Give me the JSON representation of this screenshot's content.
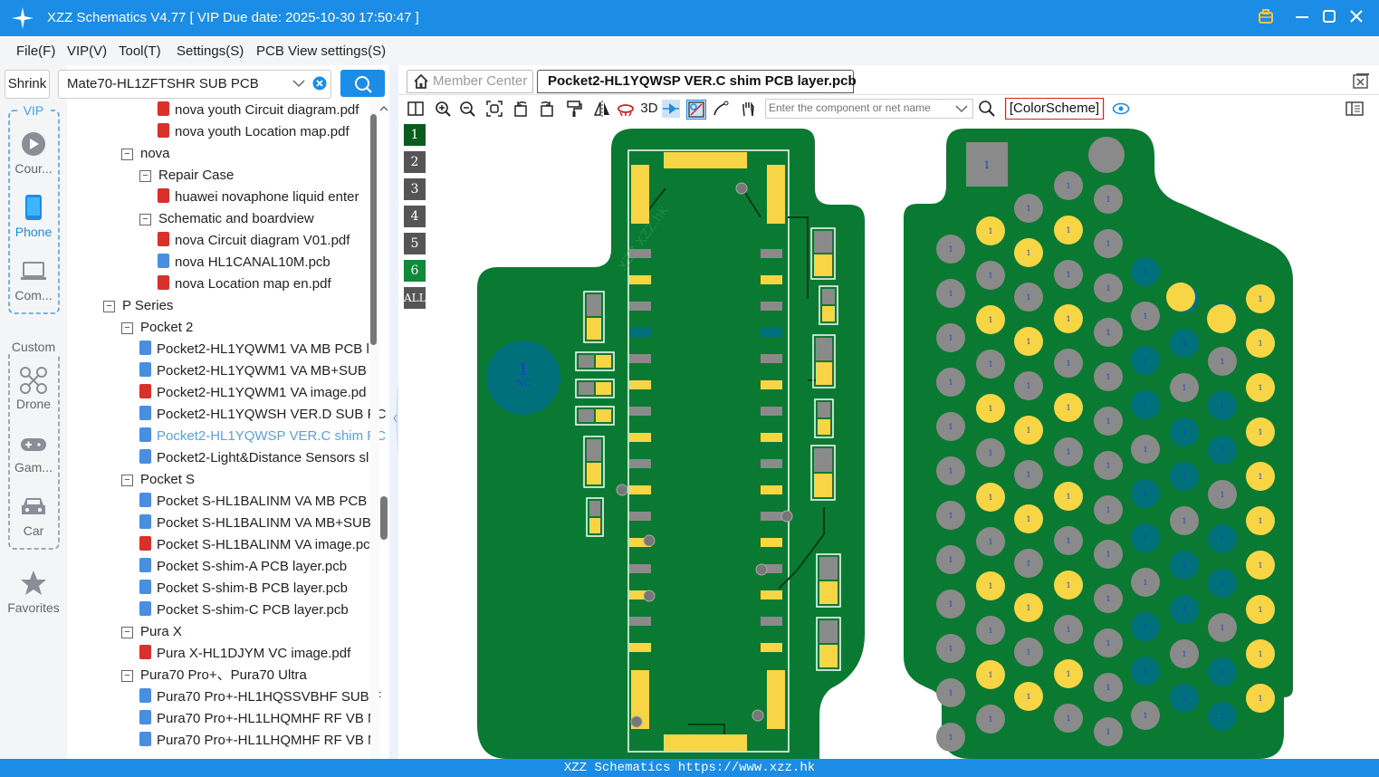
{
  "window": {
    "title": "XZZ Schematics V4.77 [ VIP Due date: 2025-10-30 17:50:47 ]"
  },
  "menu": [
    "File(F)",
    "VIP(V)",
    "Tool(T)",
    "Settings(S)",
    "PCB View settings(S)"
  ],
  "rail": {
    "vip_label": "VIP",
    "vip_items": [
      "Cour...",
      "Phone",
      "Com..."
    ],
    "custom_label": "Custom",
    "custom_items": [
      "Drone",
      "Gam...",
      "Car"
    ],
    "favorites": "Favorites"
  },
  "sidebar": {
    "shrink_label": "Shrink",
    "selected_pcb": "Mate70-HL1ZFTSHR SUB PCB"
  },
  "tree": [
    {
      "label": "nova youth Circuit diagram.pdf",
      "type": "pdf"
    },
    {
      "label": "nova youth Location map.pdf",
      "type": "pdf"
    },
    {
      "label": "nova",
      "type": "folder"
    },
    {
      "label": "Repair Case",
      "type": "folder"
    },
    {
      "label": "huawei novaphone liquid enter",
      "type": "pdf"
    },
    {
      "label": "Schematic and boardview",
      "type": "folder"
    },
    {
      "label": "nova Circuit diagram V01.pdf",
      "type": "pdf"
    },
    {
      "label": "nova HL1CANAL10M.pcb",
      "type": "pcb"
    },
    {
      "label": "nova Location map en.pdf",
      "type": "pdf"
    },
    {
      "label": "P Series",
      "type": "folder"
    },
    {
      "label": "Pocket 2",
      "type": "folder"
    },
    {
      "label": "Pocket2-HL1YQWM1 VA MB PCB l",
      "type": "pcb"
    },
    {
      "label": "Pocket2-HL1YQWM1 VA MB+SUB",
      "type": "pcb"
    },
    {
      "label": "Pocket2-HL1YQWM1 VA image.pd",
      "type": "pdf"
    },
    {
      "label": "Pocket2-HL1YQWSH VER.D SUB PC",
      "type": "pcb"
    },
    {
      "label": "Pocket2-HL1YQWSP VER.C shim PC",
      "type": "pcb"
    },
    {
      "label": "Pocket2-Light&Distance Sensors sl",
      "type": "pcb"
    },
    {
      "label": "Pocket S",
      "type": "folder"
    },
    {
      "label": "Pocket S-HL1BALINM VA MB PCB",
      "type": "pcb"
    },
    {
      "label": "Pocket S-HL1BALINM VA MB+SUB",
      "type": "pcb"
    },
    {
      "label": "Pocket S-HL1BALINM VA image.pc",
      "type": "pdf"
    },
    {
      "label": "Pocket S-shim-A PCB layer.pcb",
      "type": "pcb"
    },
    {
      "label": "Pocket S-shim-B PCB layer.pcb",
      "type": "pcb"
    },
    {
      "label": "Pocket S-shim-C PCB layer.pcb",
      "type": "pcb"
    },
    {
      "label": "Pura X",
      "type": "folder"
    },
    {
      "label": "Pura X-HL1DJYM VC image.pdf",
      "type": "pdf"
    },
    {
      "label": "Pura70 Pro+、Pura70 Ultra",
      "type": "folder"
    },
    {
      "label": "Pura70 Pro+-HL1HQSSVBHF SUB F",
      "type": "pcb"
    },
    {
      "label": "Pura70 Pro+-HL1LHQMHF RF VB M",
      "type": "pcb"
    },
    {
      "label": "Pura70 Pro+-HL1LHQMHF RF VB M",
      "type": "pcb"
    }
  ],
  "tabs": {
    "member": "Member Center",
    "active": "Pocket2-HL1YQWSP VER.C shim PCB layer.pcb"
  },
  "toolbar": {
    "three_d": "3D",
    "search_placeholder": "Enter the component or net name",
    "color_scheme": "[ColorScheme]"
  },
  "layers": [
    "1",
    "2",
    "3",
    "4",
    "5",
    "6",
    "ALL"
  ],
  "pcb": {
    "big_pad_label": "1",
    "big_pad_net": "NC",
    "square_pad_label": "1",
    "pin_label": "1",
    "watermark": "XZZ XZZ.hk"
  },
  "status": "XZZ Schematics https://www.xzz.hk",
  "colors": {
    "accent": "#1c8de6",
    "board": "#0a7a33",
    "pad": "#f7d545",
    "grey_pad": "#8a8a8a",
    "teal_pad": "#00707a"
  }
}
